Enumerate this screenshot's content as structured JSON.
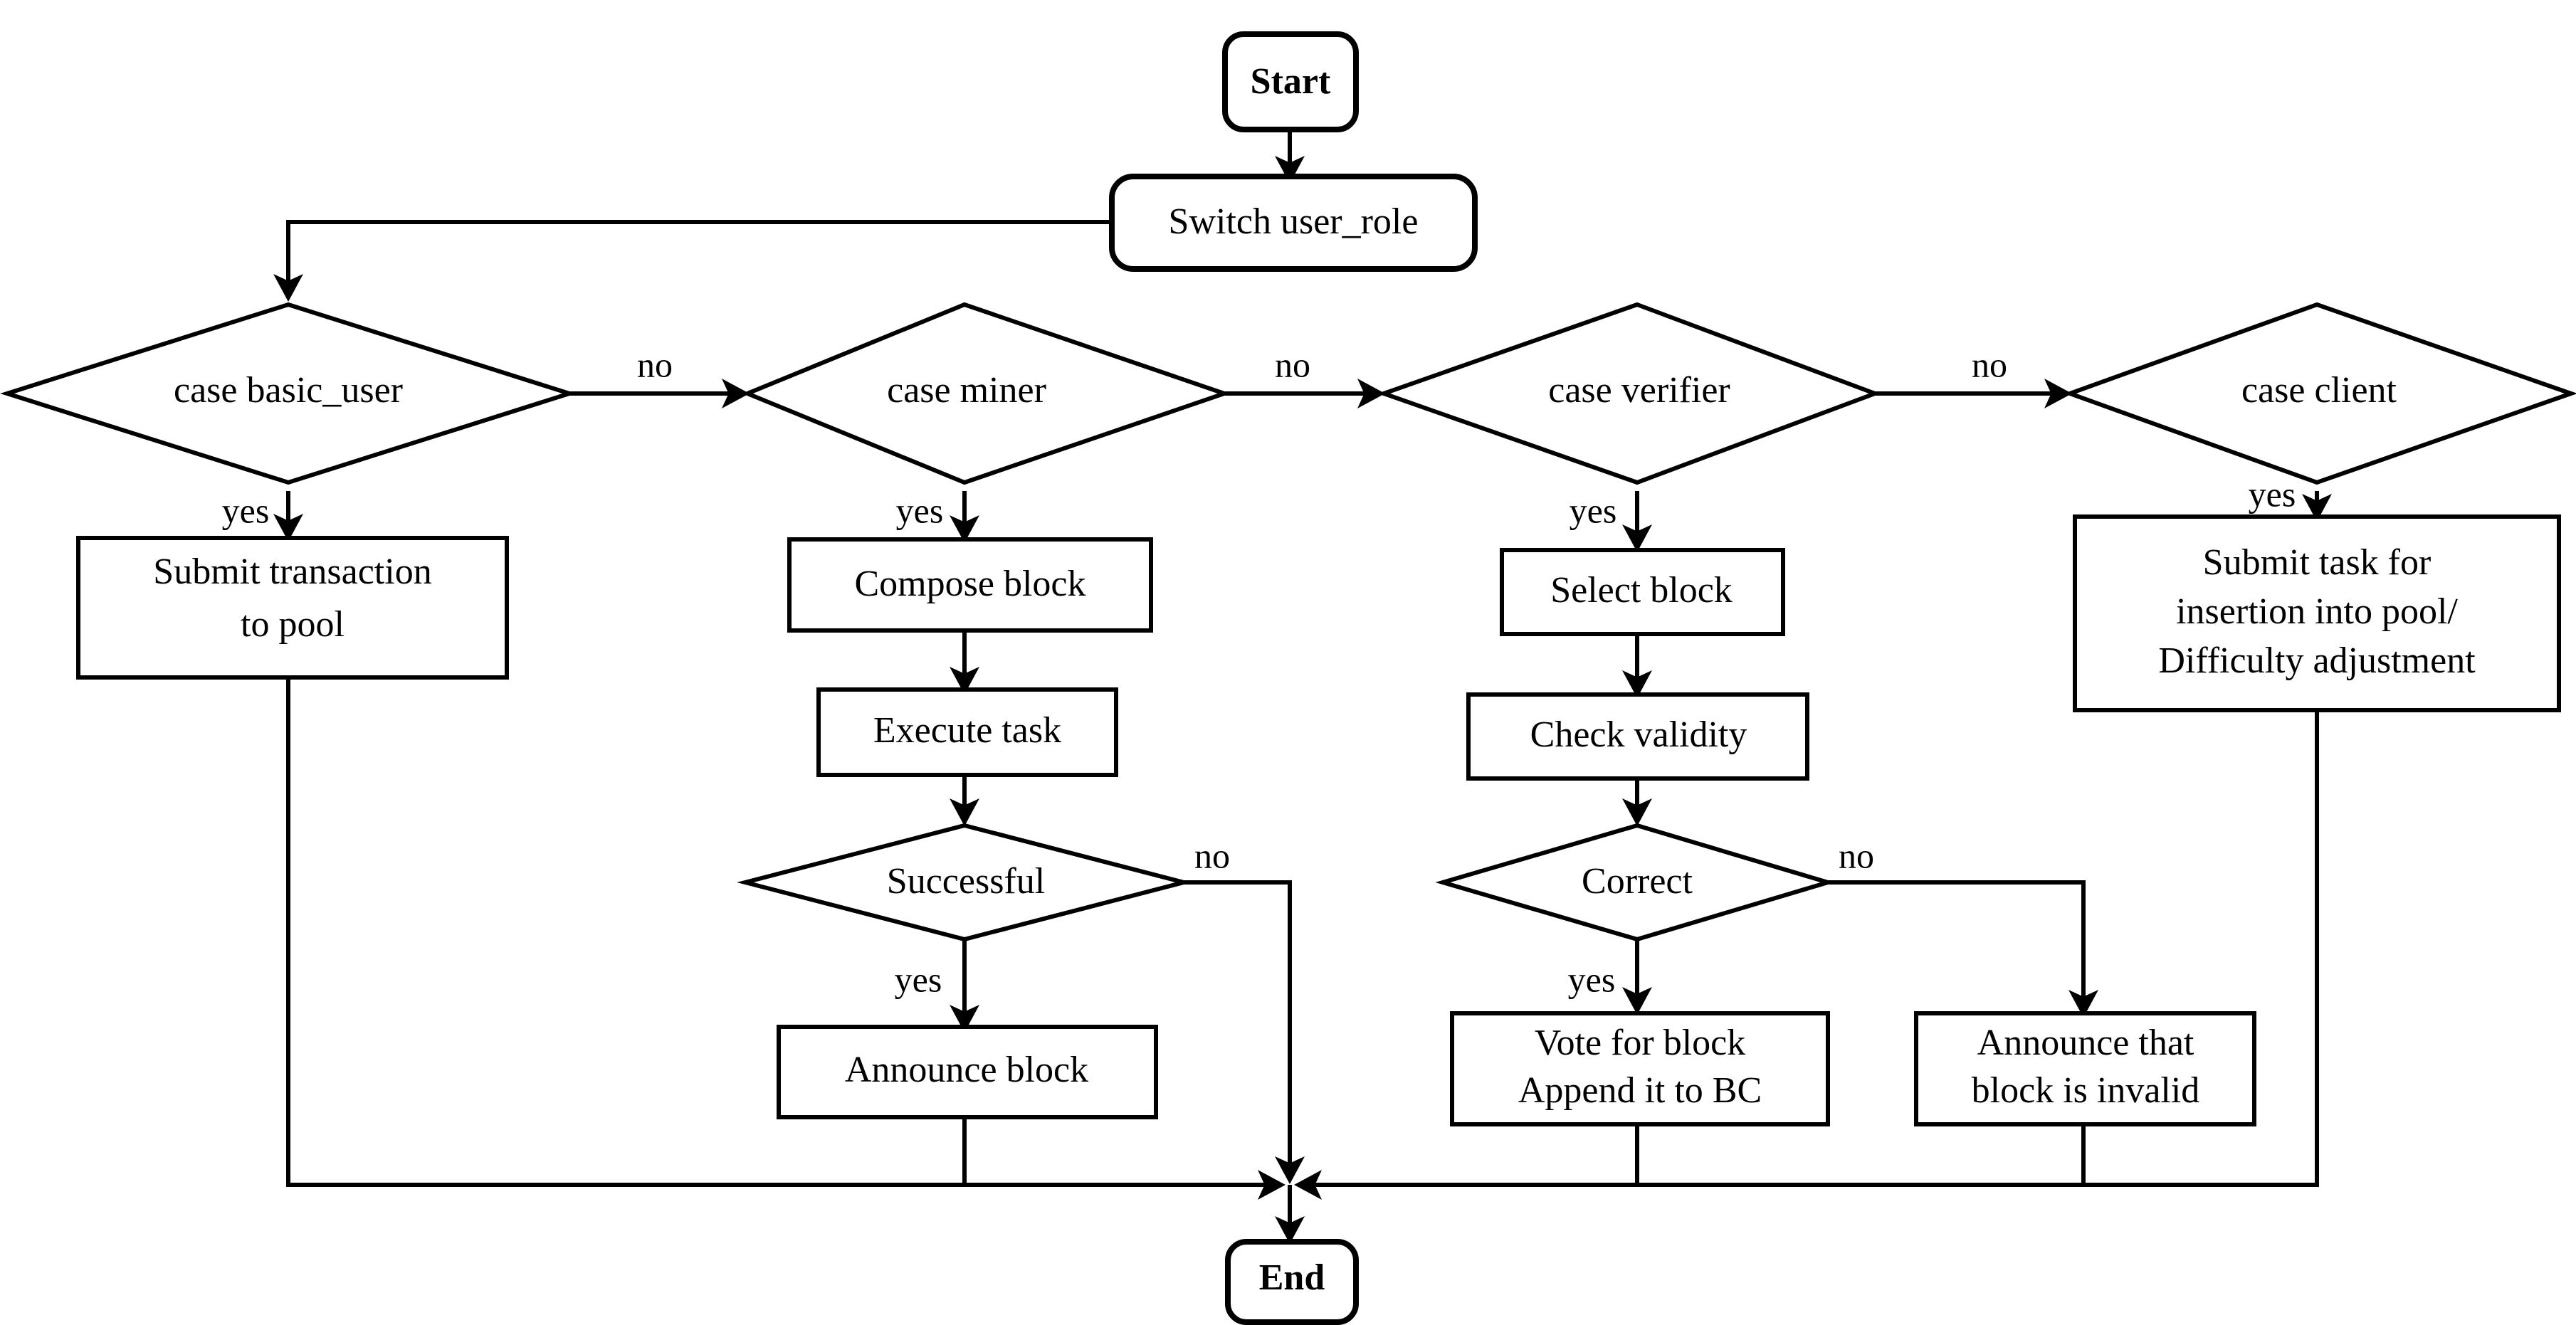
{
  "diagram": {
    "title": "User role switch flowchart",
    "background": "#ffffff",
    "stroke_color": "#000000"
  },
  "nodes": {
    "start": {
      "label": "Start",
      "shape": "rounded-terminal"
    },
    "switch": {
      "label_plain": "Switch ",
      "label_italic": "user_role",
      "shape": "rounded-process"
    },
    "case_basic_user": {
      "label_plain": "case ",
      "label_italic": "basic_user",
      "shape": "diamond"
    },
    "case_miner": {
      "label_plain": "case ",
      "label_italic": "miner",
      "shape": "diamond"
    },
    "case_verifier": {
      "label_plain": "case ",
      "label_italic": "verifier",
      "shape": "diamond"
    },
    "case_client": {
      "label_plain": "case ",
      "label_italic": "client",
      "shape": "diamond"
    },
    "submit_transaction": {
      "shape": "rect",
      "lines": [
        "Submit transaction",
        "to pool"
      ]
    },
    "compose_block": {
      "shape": "rect",
      "lines": [
        "Compose block"
      ]
    },
    "execute_task": {
      "shape": "rect",
      "lines": [
        "Execute task"
      ]
    },
    "successful": {
      "shape": "diamond",
      "lines": [
        "Successful"
      ]
    },
    "announce_block": {
      "shape": "rect",
      "lines": [
        "Announce block"
      ]
    },
    "select_block": {
      "shape": "rect",
      "lines": [
        "Select block"
      ]
    },
    "check_validity": {
      "shape": "rect",
      "lines": [
        "Check validity"
      ]
    },
    "correct": {
      "shape": "diamond",
      "lines": [
        "Correct"
      ]
    },
    "vote_for_block": {
      "shape": "rect",
      "lines": [
        "Vote for block",
        "Append it to BC"
      ]
    },
    "announce_invalid": {
      "shape": "rect",
      "lines": [
        "Announce that",
        "block is invalid"
      ]
    },
    "submit_task": {
      "shape": "rect",
      "lines": [
        "Submit task for",
        "insertion into pool/",
        "Difficulty adjustment"
      ]
    },
    "end": {
      "label": "End",
      "shape": "rounded-terminal"
    }
  },
  "edge_labels": {
    "basic_user_no": "no",
    "basic_user_yes": "yes",
    "miner_no": "no",
    "miner_yes": "yes",
    "verifier_no": "no",
    "verifier_yes": "yes",
    "client_yes": "yes",
    "successful_no": "no",
    "successful_yes": "yes",
    "correct_no": "no",
    "correct_yes": "yes"
  }
}
